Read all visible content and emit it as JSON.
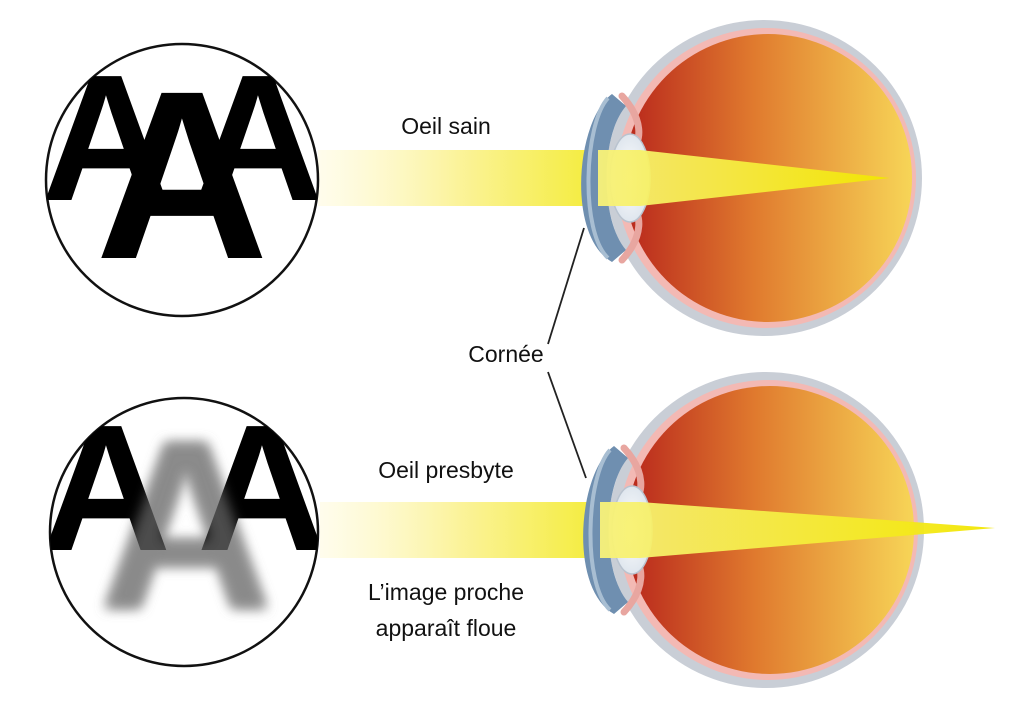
{
  "labels": {
    "healthy_eye": "Oeil sain",
    "cornea": "Cornée",
    "presbyopic_eye": "Oeil presbyte",
    "near_blurry_line1": "L’image proche",
    "near_blurry_line2": "apparaît floue"
  },
  "letters": {
    "char": "A"
  },
  "colors": {
    "letter_sharp": "#000000",
    "letter_blurred": "#8a8a8a",
    "light_beam": "#f4ec3a",
    "eye_inner_dark": "#b8261c",
    "eye_inner_light": "#f7d557",
    "sclera": "#c9ced6",
    "cornea": "#6f8fb0"
  }
}
